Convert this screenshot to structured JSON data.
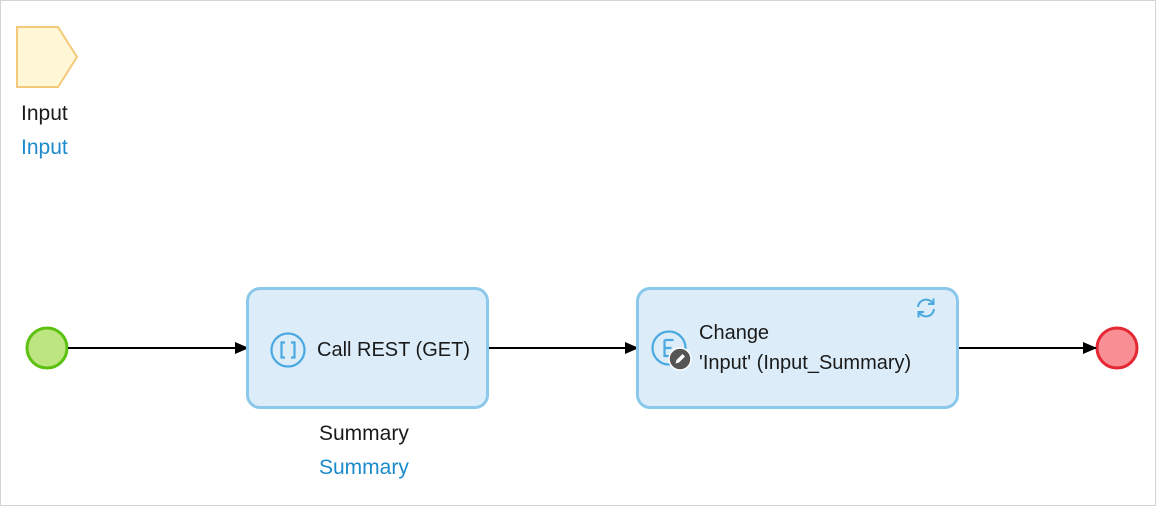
{
  "parameter": {
    "name": "Input",
    "type": "Input",
    "colors": {
      "fill": "#fff7d6",
      "stroke": "#f5c97a"
    }
  },
  "start_event": {
    "colors": {
      "fill": "#bde580",
      "stroke": "#5cc110"
    }
  },
  "end_event": {
    "colors": {
      "fill": "#f78f94",
      "stroke": "#e62734"
    }
  },
  "activities": [
    {
      "id": "call-rest",
      "label": "Call REST (GET)",
      "icon": "rest-call-icon",
      "output_name": "Summary",
      "output_type": "Summary"
    },
    {
      "id": "change-object",
      "label_line1": "Change",
      "label_line2": "'Input' (Input_Summary)",
      "icon": "change-object-icon",
      "badge_icon": "pencil-icon",
      "corner_icon": "refresh-icon"
    }
  ],
  "colors": {
    "activity_fill": "#dcedf9",
    "activity_stroke": "#8ac9ec",
    "icon": "#4aa8e0",
    "flow": "#000000",
    "type_text": "#1b8bcb"
  }
}
